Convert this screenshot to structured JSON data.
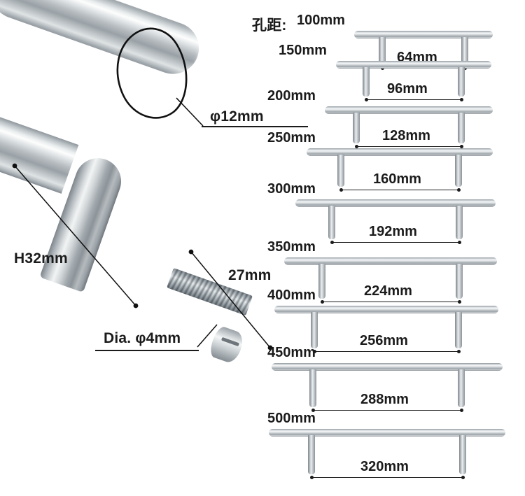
{
  "header": {
    "hole_spacing_label": "孔距:"
  },
  "detail": {
    "callouts": [
      {
        "id": "diameter",
        "text": "φ12mm"
      },
      {
        "id": "post-height",
        "text": "H32mm"
      },
      {
        "id": "screw-length",
        "text": "27mm"
      },
      {
        "id": "screw-diameter",
        "text": "Dia. φ4mm"
      }
    ],
    "diameter_label": "φ12mm",
    "post_height_label": "H32mm",
    "screw_length_label": "27mm",
    "screw_diameter_label": "Dia. φ4mm"
  },
  "sizes": [
    {
      "length": "100mm",
      "spacing": "64mm"
    },
    {
      "length": "150mm",
      "spacing": "96mm"
    },
    {
      "length": "200mm",
      "spacing": "128mm"
    },
    {
      "length": "250mm",
      "spacing": "160mm"
    },
    {
      "length": "300mm",
      "spacing": "192mm"
    },
    {
      "length": "350mm",
      "spacing": "224mm"
    },
    {
      "length": "400mm",
      "spacing": "256mm"
    },
    {
      "length": "450mm",
      "spacing": "288mm"
    },
    {
      "length": "500mm",
      "spacing": "320mm"
    }
  ],
  "colors": {
    "background": "#ffffff",
    "text": "#1b1b1b",
    "steel_light": "#f3f5f6",
    "steel_mid": "#b9c0c4",
    "steel_dark": "#7f878d"
  }
}
